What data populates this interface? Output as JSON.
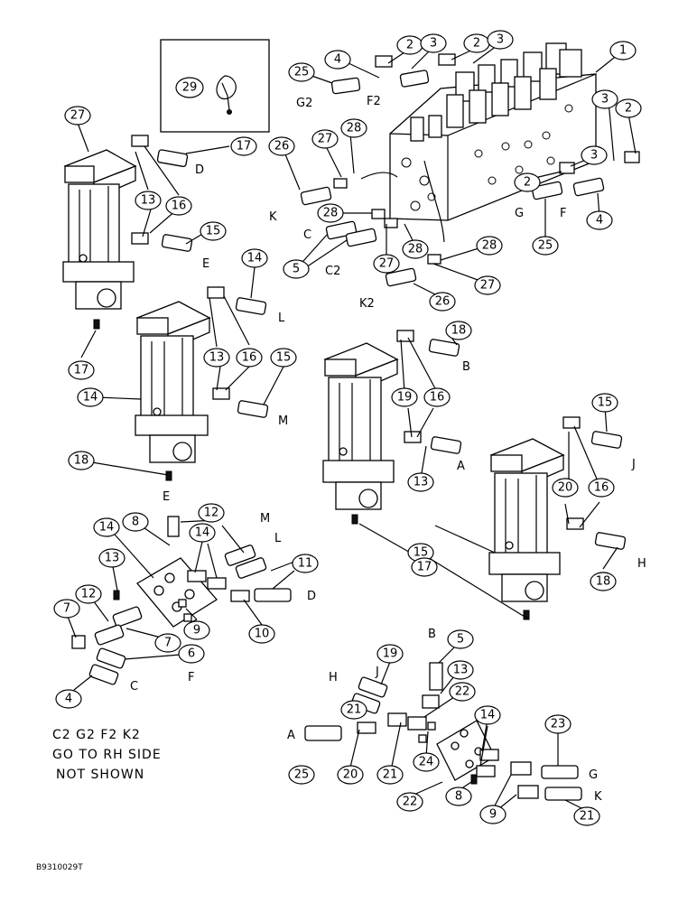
{
  "inset_callout": "29",
  "bottom_note": {
    "line1": "C2  G2  F2  K2",
    "line2": "GO TO RH SIDE",
    "line3": "NOT SHOWN"
  },
  "drawing_code": "B9310029T",
  "callouts": [
    "2",
    "3",
    "2",
    "3",
    "1",
    "4",
    "25",
    "27",
    "28",
    "26",
    "3",
    "2",
    "3",
    "2",
    "28",
    "27",
    "28",
    "5",
    "27",
    "28",
    "4",
    "25",
    "26",
    "27",
    "17",
    "13",
    "16",
    "15",
    "14",
    "13",
    "16",
    "15",
    "14",
    "17",
    "18",
    "18",
    "19",
    "16",
    "15",
    "13",
    "20",
    "16",
    "15",
    "17",
    "18",
    "14",
    "8",
    "12",
    "14",
    "11",
    "13",
    "9",
    "10",
    "12",
    "7",
    "7",
    "6",
    "4",
    "5",
    "19",
    "13",
    "21",
    "22",
    "14",
    "24",
    "23",
    "25",
    "20",
    "21",
    "22",
    "8",
    "9",
    "21",
    "26"
  ],
  "letters": [
    "G2",
    "F2",
    "D",
    "E",
    "K",
    "C",
    "C2",
    "K2",
    "G",
    "F",
    "L",
    "M",
    "B",
    "E",
    "A",
    "J",
    "H",
    "M",
    "L",
    "D",
    "F",
    "C",
    "B",
    "J",
    "H",
    "A",
    "G",
    "K"
  ]
}
